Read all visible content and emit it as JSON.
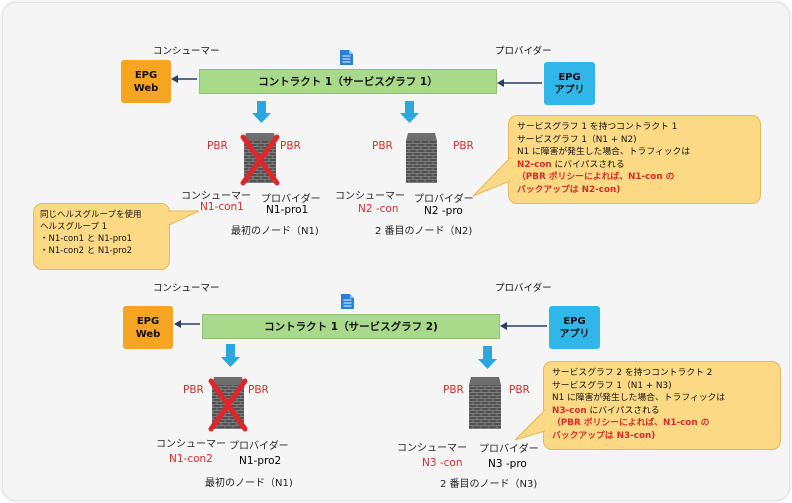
{
  "diagram1": {
    "consumer_title": "コンシューマー",
    "provider_title": "プロバイダー",
    "epg_web": {
      "line1": "EPG",
      "line2": "Web"
    },
    "epg_app": {
      "line1": "EPG",
      "line2": "アプリ"
    },
    "contract": "コントラクト 1（サービスグラフ 1）",
    "node1": {
      "pbr_left": "PBR",
      "pbr_right": "PBR",
      "consumer_label": "コンシューマー",
      "provider_label": "プロバイダー",
      "consumer_conn": "N1-con1",
      "provider_conn": "N1-pro1",
      "caption": "最初のノード（N1)"
    },
    "node2": {
      "pbr_left": "PBR",
      "pbr_right": "PBR",
      "consumer_label": "コンシューマー",
      "provider_label": "プロバイダー",
      "consumer_conn": "N2 -con",
      "provider_conn": "N2 -pro",
      "caption": "2 番目のノード（N2)"
    },
    "callout": {
      "line1": "サービスグラフ 1 を持つコントラクト 1",
      "line2": "サービスグラフ 1（N1 + N2)",
      "line3": "N1 に障害が発生した場合、トラフィックは",
      "line4_em": "N2-con",
      "line4_rest": " にバイパスされる",
      "line5": "（PBR ポリシーによれば、N1-con の",
      "line6": "バックアップは N2-con)"
    }
  },
  "health_note": {
    "line1": "同じヘルスグループを使用",
    "line2": "ヘルスグループ 1",
    "line3": "・N1-con1 と N1-pro1",
    "line4": "・N1-con2 と N1-pro2"
  },
  "diagram2": {
    "consumer_title": "コンシューマー",
    "provider_title": "プロバイダー",
    "epg_web": {
      "line1": "EPG",
      "line2": "Web"
    },
    "epg_app": {
      "line1": "EPG",
      "line2": "アプリ"
    },
    "contract": "コントラクト 1（サービスグラフ 2)",
    "node1": {
      "pbr_left": "PBR",
      "pbr_right": "PBR",
      "consumer_label": "コンシューマー",
      "provider_label": "プロバイダー",
      "consumer_conn": "N1-con2",
      "provider_conn": "N1-pro2",
      "caption": "最初のノード（N1)"
    },
    "node2": {
      "pbr_left": "PBR",
      "pbr_right": "PBR",
      "consumer_label": "コンシューマー",
      "provider_label": "プロバイダー",
      "consumer_conn": "N3 -con",
      "provider_conn": "N3 -pro",
      "caption": "2 番目のノード（N3)"
    },
    "callout": {
      "line1": "サービスグラフ 2 を持つコントラクト 2",
      "line2": "サービスグラフ 1（N1 + N3)",
      "line3": "N1 に障害が発生した場合、トラフィックは",
      "line4_em": "N3-con",
      "line4_rest": " にバイパスされる",
      "line5": "（PBR ポリシーによれば、N1-con の",
      "line6": "バックアップは N3-con)"
    }
  },
  "colors": {
    "epg_web": "#f5a521",
    "epg_app": "#30b6e8",
    "contract": "#a9da8c",
    "arrow": "#2aa7df",
    "pbr": "#d92b2b",
    "callout": "#fbd985",
    "firewall": "#4a4a4a",
    "failed_x": "#e0262b"
  }
}
